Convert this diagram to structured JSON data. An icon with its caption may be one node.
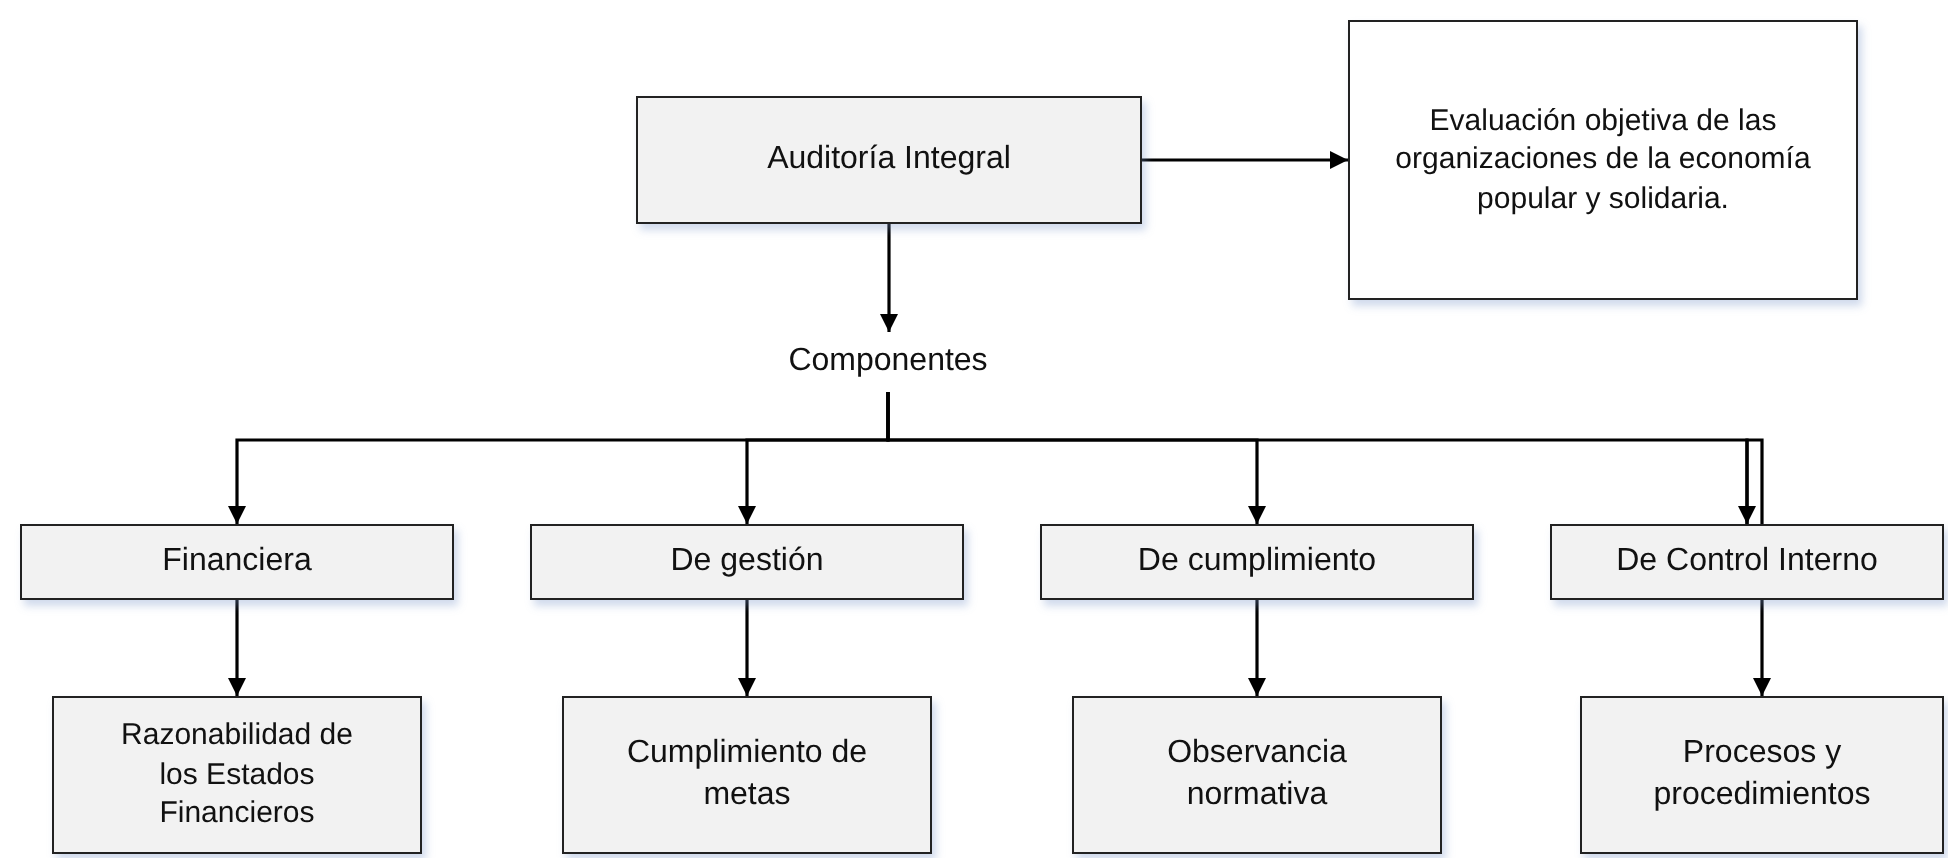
{
  "diagram": {
    "nodes": [
      {
        "text": [
          "Auditoría Integral"
        ]
      },
      {
        "text": [
          "Evaluación objetiva de las organizaciones de la economía popular y solidaria."
        ]
      },
      {
        "text": [
          "Componentes"
        ]
      },
      {
        "text": [
          "Financiera"
        ]
      },
      {
        "text": [
          "De gestión"
        ]
      },
      {
        "text": [
          "De cumplimiento"
        ]
      },
      {
        "text": [
          "De Control Interno"
        ]
      },
      {
        "text": [
          "Razonabilidad de los Estados Financieros"
        ]
      },
      {
        "text": [
          "Cumplimiento de metas"
        ]
      },
      {
        "text": [
          "Observancia normativa"
        ]
      },
      {
        "text": [
          "Procesos y procedimientos"
        ]
      }
    ],
    "edges": [
      {
        "from": 0,
        "to": 1,
        "arrow": "to"
      },
      {
        "from": 0,
        "to": 2,
        "arrow": "to"
      },
      {
        "from": 2,
        "to": 3,
        "arrow": "to"
      },
      {
        "from": 2,
        "to": 4,
        "arrow": "to"
      },
      {
        "from": 2,
        "to": 5,
        "arrow": "to"
      },
      {
        "from": 2,
        "to": 6,
        "arrow": "to"
      },
      {
        "from": 3,
        "to": 7,
        "arrow": "to"
      },
      {
        "from": 4,
        "to": 8,
        "arrow": "to"
      },
      {
        "from": 5,
        "to": 9,
        "arrow": "to"
      },
      {
        "from": 6,
        "to": 10,
        "arrow": "to"
      }
    ]
  }
}
